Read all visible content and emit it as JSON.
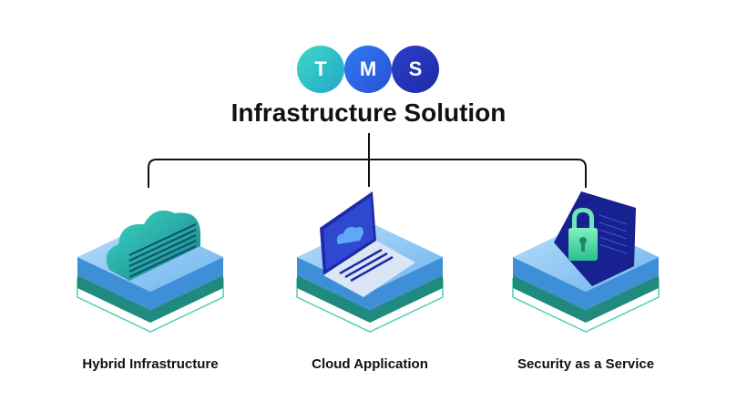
{
  "logo": {
    "letters": [
      "T",
      "M",
      "S"
    ]
  },
  "title": "Infrastructure Solution",
  "items": [
    {
      "label": "Hybrid Infrastructure",
      "icon": "cloud-server-icon"
    },
    {
      "label": "Cloud Application",
      "icon": "laptop-cloud-icon"
    },
    {
      "label": "Security as a Service",
      "icon": "padlock-screen-icon"
    }
  ],
  "colors": {
    "platform_top": "#8cc8f5",
    "platform_side": "#3f8fd8",
    "platform_base": "#1f9c8a",
    "accent_teal": "#2bc6b0",
    "accent_blue": "#1f2aa8"
  }
}
